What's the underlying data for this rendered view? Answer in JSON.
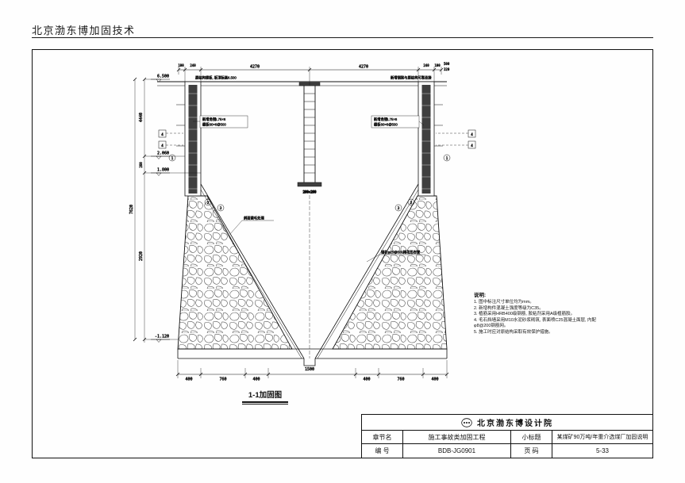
{
  "page": {
    "header": "北京渤东博加固技术",
    "caption": "1-1加固图"
  },
  "title_block": {
    "institute": "北京渤东博设计院",
    "rows": [
      {
        "label_a": "章节名",
        "value_a": "施工事故类加固工程",
        "label_b": "小标题",
        "value_b": "某煤矿90万吨/年重介选煤厂加固说明"
      },
      {
        "label_a": "编  号",
        "value_a": "BDB-JG0901",
        "label_b": "页  码",
        "value_b": "5-33"
      }
    ]
  },
  "notes": {
    "title": "说明:",
    "items": [
      "1. 图中标注尺寸单位均为mm。",
      "2. 新增构件混凝土强度等级为C35。",
      "3. 植筋采用HRB400级钢筋, 胶粘剂采用A级植筋胶。",
      "4. 毛石挡墙采用M10水泥砂浆砌筑, 表面喷C25混凝土面层, 内配φ8@200钢筋网。",
      "5. 施工时应对原结构采取有效保护措施。"
    ]
  },
  "dims": {
    "top": [
      "100",
      "240",
      "4270",
      "4270",
      "240",
      "100"
    ],
    "top_right_small": [
      "500",
      "320"
    ],
    "bottom": [
      "400",
      "760",
      "400",
      "1500",
      "400",
      "760",
      "400"
    ],
    "left_elevations": [
      "6.500",
      "2.060",
      "1.800",
      "-1.120"
    ],
    "left_chain": [
      "4440",
      "260",
      "2920"
    ],
    "overall_height": "7620",
    "column_base": "200×200"
  },
  "annotations": {
    "top_left": "原结构楼板, 板顶标高6.500",
    "top_right": "新增钢梁与原结构可靠连接",
    "wall_left_1": "新增角钢L75×6",
    "wall_left_2": "缀板60×6@500",
    "wall_right_1": "新增角钢L75×6",
    "wall_right_2": "缀板60×6@500",
    "slope_left": "斜面凿毛处理",
    "slope_right": "锚杆φ25@500梅花形布置",
    "section_mark": "4",
    "circles": [
      "1",
      "2",
      "3"
    ]
  }
}
